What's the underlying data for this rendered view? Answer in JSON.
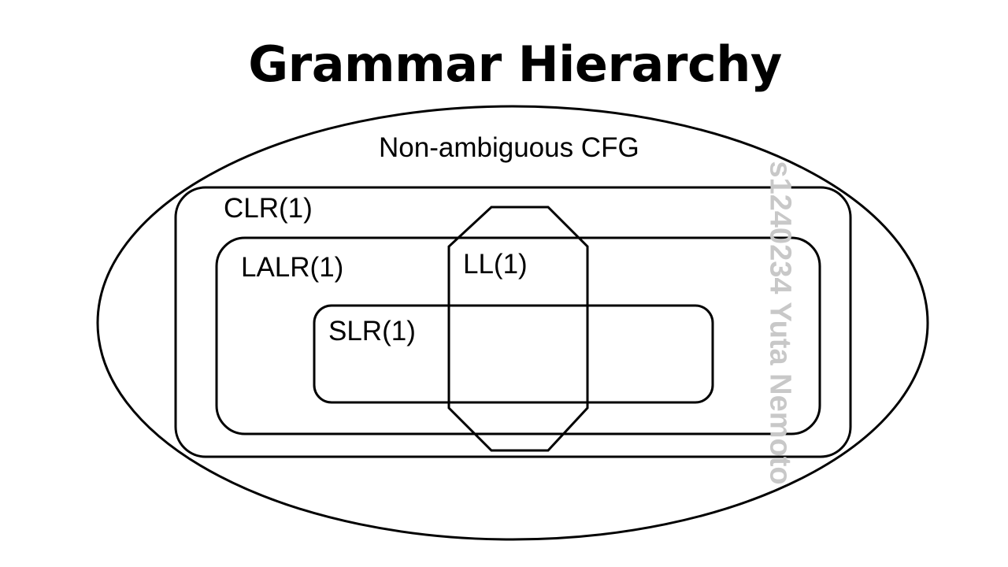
{
  "title": "Grammar Hierarchy",
  "diagram": {
    "outer": {
      "label": "Non-ambiguous CFG"
    },
    "clr": {
      "label": "CLR(1)"
    },
    "lalr": {
      "label": "LALR(1)"
    },
    "slr": {
      "label": "SLR(1)"
    },
    "ll": {
      "label": "LL(1)"
    }
  },
  "watermark": "s1240234 Yuta Nemoto",
  "colors": {
    "stroke": "#000000",
    "watermark": "#c8c8c8",
    "background": "#ffffff"
  }
}
